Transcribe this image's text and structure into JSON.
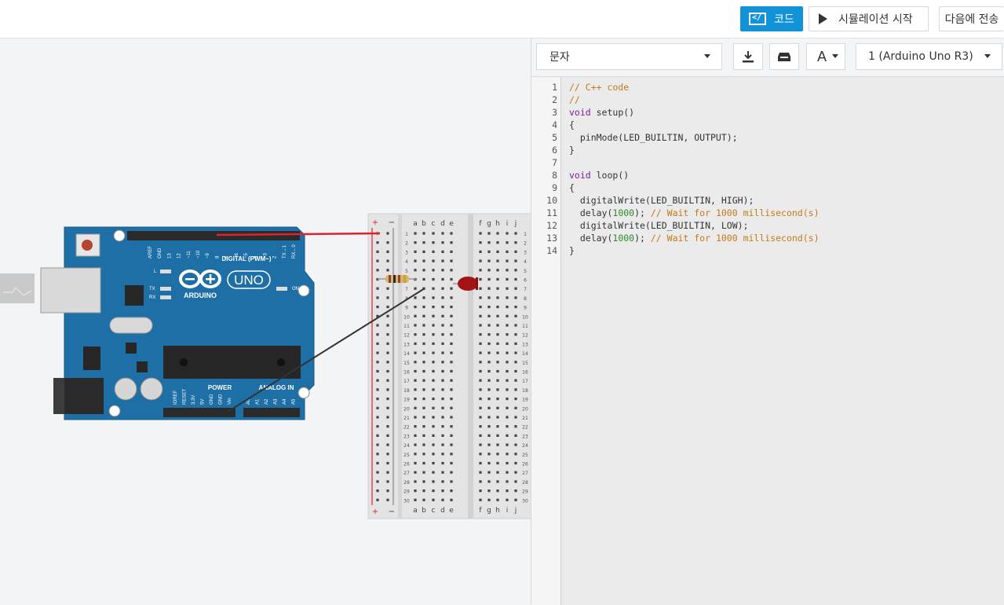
{
  "toolbar": {
    "code_label": "코드",
    "code_icon": "code-editor-icon",
    "sim_label": "시뮬레이션 시작",
    "sim_icon": "play-icon",
    "send_label": "다음에 전송"
  },
  "panel": {
    "mode_value": "문자",
    "download_icon": "download-icon",
    "library_icon": "library-icon",
    "font_icon": "font-size-icon",
    "font_icon_text": "A",
    "board_value": "1 (Arduino Uno R3)"
  },
  "arduino": {
    "brand": "ARDUINO",
    "model": "UNO",
    "digital_label": "DIGITAL (PWM~)",
    "power_label": "POWER",
    "analog_label": "ANALOG IN",
    "on_label": "ON",
    "l_label": "L",
    "tx_label": "TX",
    "rx_label": "RX",
    "digital_pins": [
      "AREF",
      "GND",
      "13",
      "12",
      "~11",
      "~10",
      "~9",
      "8",
      "7",
      "~6",
      "~5",
      "4",
      "~3",
      "2",
      "TX→1",
      "RX←0"
    ],
    "power_pins": [
      "IOREF",
      "RESET",
      "3.3V",
      "5V",
      "GND",
      "GND",
      "Vin"
    ],
    "analog_pins": [
      "A0",
      "A1",
      "A2",
      "A3",
      "A4",
      "A5"
    ]
  },
  "breadboard": {
    "left_cols": [
      "a",
      "b",
      "c",
      "d",
      "e"
    ],
    "right_cols": [
      "f",
      "g",
      "h",
      "i",
      "j"
    ],
    "rows": 30,
    "plus": "+",
    "minus": "−"
  },
  "code": {
    "line_numbers": [
      "1",
      "2",
      "3",
      "4",
      "5",
      "6",
      "7",
      "8",
      "9",
      "10",
      "11",
      "12",
      "13",
      "14"
    ],
    "lines": [
      [
        {
          "t": "// C++ code",
          "c": "cm"
        }
      ],
      [
        {
          "t": "//",
          "c": "cm"
        }
      ],
      [
        {
          "t": "void",
          "c": "kw"
        },
        {
          "t": " setup()",
          "c": "plain"
        }
      ],
      [
        {
          "t": "{",
          "c": "plain"
        }
      ],
      [
        {
          "t": "  pinMode(LED_BUILTIN, OUTPUT);",
          "c": "plain"
        }
      ],
      [
        {
          "t": "}",
          "c": "plain"
        }
      ],
      [
        {
          "t": "",
          "c": "plain"
        }
      ],
      [
        {
          "t": "void",
          "c": "kw"
        },
        {
          "t": " loop()",
          "c": "plain"
        }
      ],
      [
        {
          "t": "{",
          "c": "plain"
        }
      ],
      [
        {
          "t": "  digitalWrite(LED_BUILTIN, HIGH);",
          "c": "plain"
        }
      ],
      [
        {
          "t": "  delay(",
          "c": "plain"
        },
        {
          "t": "1000",
          "c": "nm"
        },
        {
          "t": "); ",
          "c": "plain"
        },
        {
          "t": "// Wait for 1000 millisecond(s)",
          "c": "cm"
        }
      ],
      [
        {
          "t": "  digitalWrite(LED_BUILTIN, LOW);",
          "c": "plain"
        }
      ],
      [
        {
          "t": "  delay(",
          "c": "plain"
        },
        {
          "t": "1000",
          "c": "nm"
        },
        {
          "t": "); ",
          "c": "plain"
        },
        {
          "t": "// Wait for 1000 millisecond(s)",
          "c": "cm"
        }
      ],
      [
        {
          "t": "}",
          "c": "plain"
        }
      ]
    ]
  },
  "colors": {
    "accent": "#1293d8",
    "board": "#1d6fa5",
    "keyword": "#7a1d9b",
    "comment": "#c47a18",
    "number": "#2a8a2a",
    "wire_red": "#d9252b",
    "wire_black": "#333333",
    "led": "#a31515"
  }
}
